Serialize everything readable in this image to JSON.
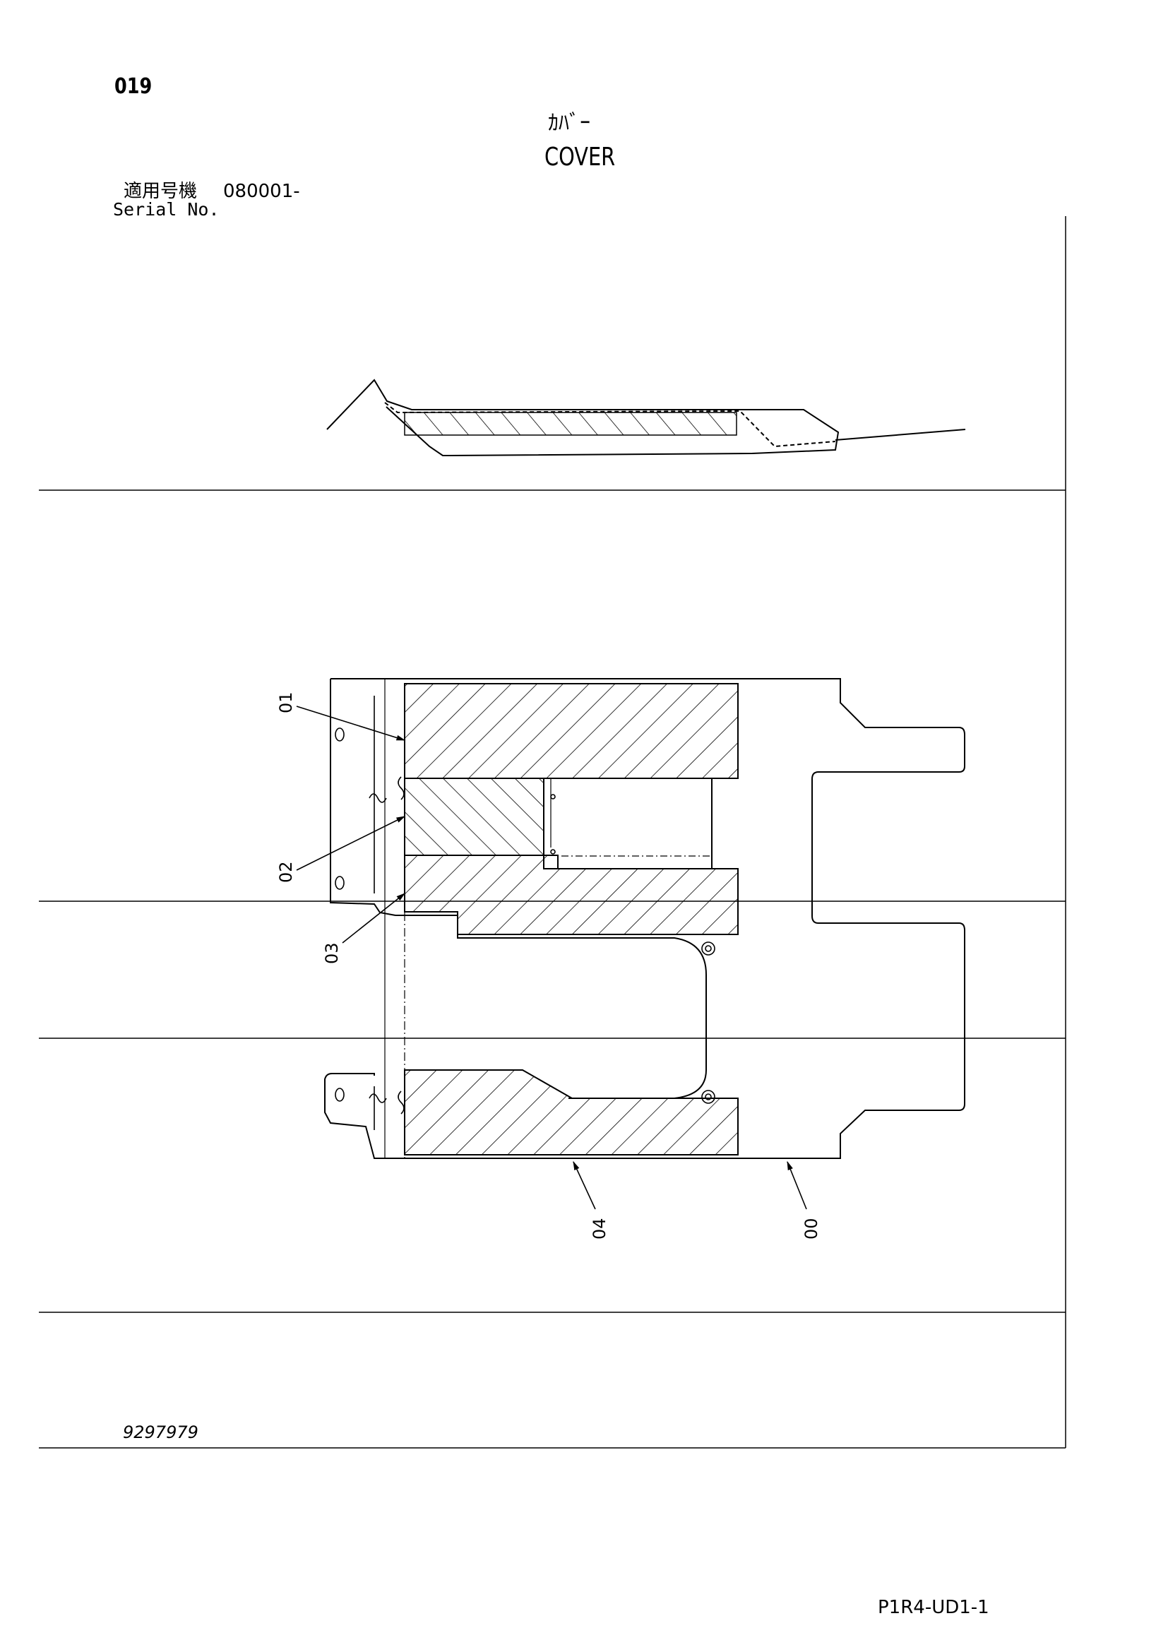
{
  "page": {
    "number": "019",
    "footer_code": "P1R4-UD1-1"
  },
  "title": {
    "japanese": "ｶﾊﾞｰ",
    "english": "COVER"
  },
  "serial": {
    "label_jp": "適用号機",
    "value": "080001-",
    "label_en": "Serial No."
  },
  "drawing_number": "9297979",
  "callouts": [
    {
      "id": "01"
    },
    {
      "id": "02"
    },
    {
      "id": "03"
    },
    {
      "id": "04"
    },
    {
      "id": "00"
    }
  ]
}
